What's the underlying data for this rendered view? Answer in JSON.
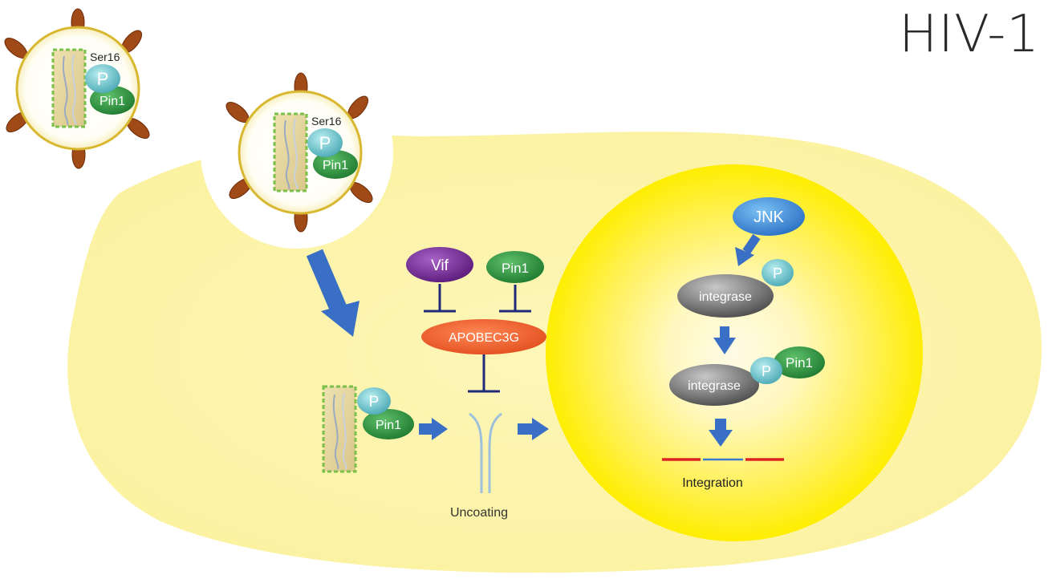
{
  "title": "HIV-1",
  "virion_labels": {
    "ser_label": "Ser16",
    "p_label": "P",
    "pin1_label": "Pin1"
  },
  "cytoplasm": {
    "vif_label": "Vif",
    "pin1_label": "Pin1",
    "apobec_label": "APOBEC3G",
    "uncoating_label": "Uncoating",
    "p_label": "P",
    "pin1_capsid_label": "Pin1"
  },
  "nucleus": {
    "jnk_label": "JNK",
    "integrase_label": "integrase",
    "p_label": "P",
    "pin1_label": "Pin1",
    "integration_label": "Integration"
  },
  "colors": {
    "cell_fill": "#fbf4a8",
    "nucleus_core": "#ffff00",
    "arrow_blue": "#3a6fc6",
    "inhibition_navy": "#1f2a7a",
    "pin1_green": "#2a8a3a",
    "p_teal": "#6fc4cc",
    "vif_purple": "#7a2a9a",
    "apobec_red": "#ee5522",
    "jnk_blue": "#3a8ad8",
    "integrase_gray": "#666666",
    "spike_brown": "#a04a18",
    "dna_red": "#dd2222",
    "dna_blue": "#3a7ad0"
  }
}
